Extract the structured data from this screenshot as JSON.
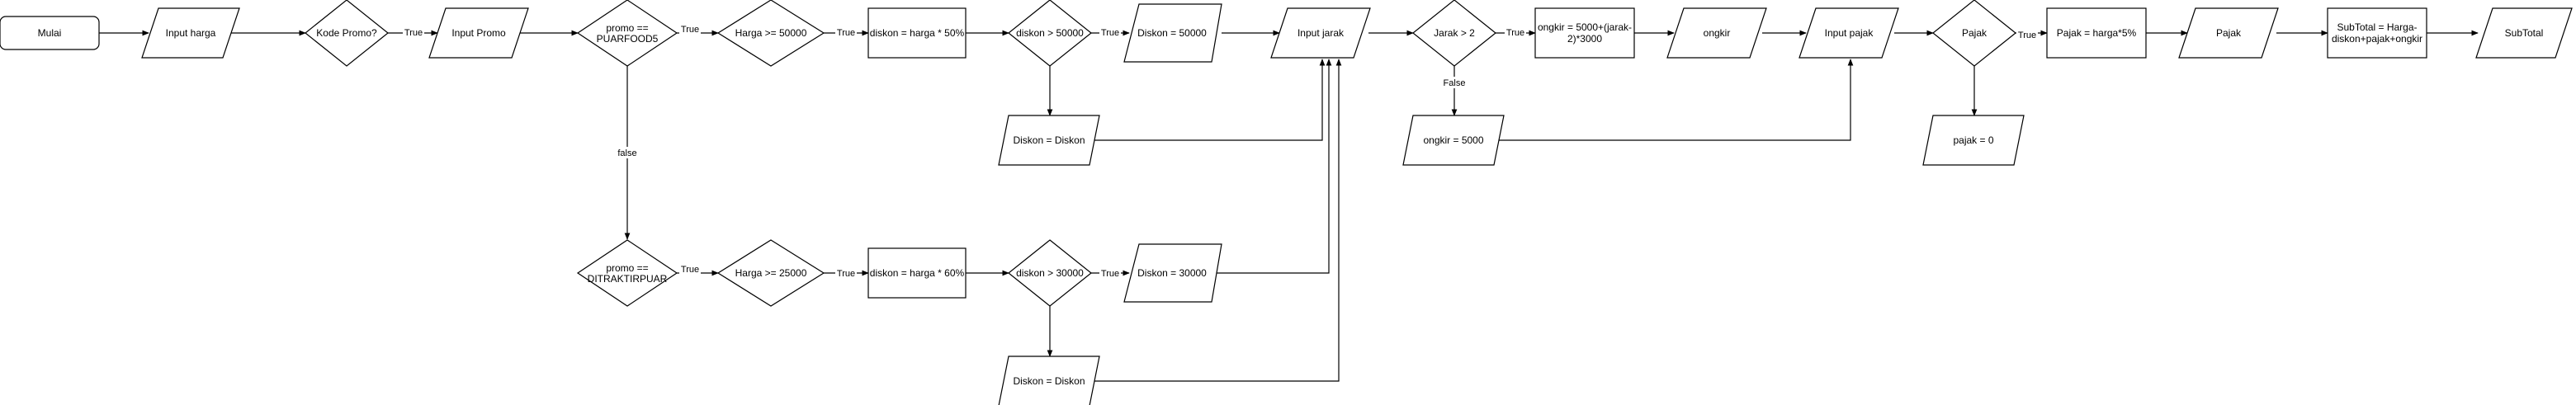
{
  "nodes": {
    "start": "Mulai",
    "input_harga": "Input harga",
    "kode_promo": "Kode Promo?",
    "input_promo": "Input Promo",
    "promo_puarfood5": [
      "promo ==",
      "PUARFOOD5"
    ],
    "harga_50000": "Harga >= 50000",
    "diskon_50pct": "diskon = harga * 50%",
    "diskon_gt_50000": "diskon > 50000",
    "diskon_eq_50000": "Diskon = 50000",
    "diskon_eq_diskon_1": "Diskon = Diskon",
    "input_jarak": "Input jarak",
    "jarak_gt_2": "Jarak > 2",
    "ongkir_formula": [
      "ongkir = 5000+(jarak-",
      "2)*3000"
    ],
    "ongkir_5000": "ongkir = 5000",
    "ongkir_out": "ongkir",
    "input_pajak": "Input pajak",
    "pajak_decision": "Pajak",
    "pajak_formula": "Pajak = harga*5%",
    "pajak_zero": "pajak = 0",
    "pajak_out": "Pajak",
    "subtotal_formula": [
      "SubTotal = Harga-",
      "diskon+pajak+ongkir"
    ],
    "subtotal_out": "SubTotal",
    "promo_ditraktir": [
      "promo ==",
      "DITRAKTIRPUAR"
    ],
    "harga_25000": "Harga >= 25000",
    "diskon_60pct": "diskon = harga * 60%",
    "diskon_gt_30000": "diskon > 30000",
    "diskon_eq_30000": "Diskon = 30000",
    "diskon_eq_diskon_2": "Diskon = Diskon"
  },
  "edge_labels": {
    "true": "True",
    "false_upper": "False",
    "false_lower": "false"
  },
  "colors": {
    "stroke": "#000000",
    "fill": "#ffffff"
  }
}
